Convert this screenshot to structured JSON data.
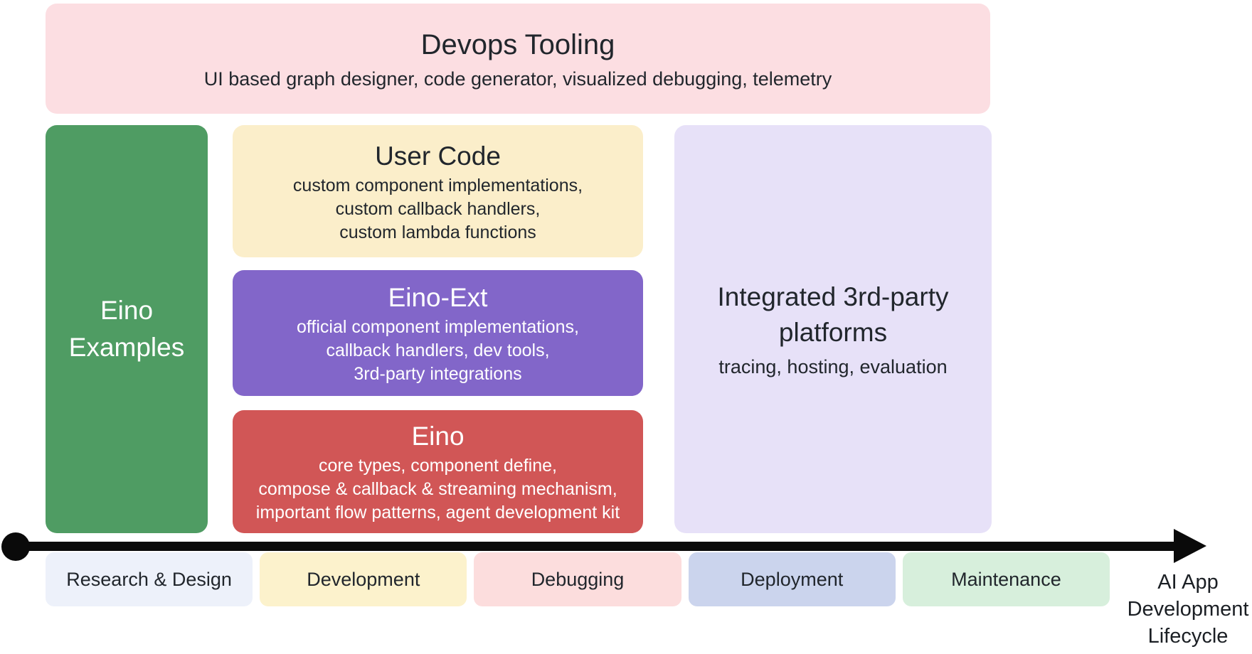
{
  "colors": {
    "background": "#ffffff",
    "devops_bg": "#fcdee2",
    "examples_bg": "#4f9c63",
    "user_code_bg": "#fbeeca",
    "eino_ext_bg": "#8266c9",
    "eino_bg": "#d15656",
    "platforms_bg": "#e7e1f8",
    "stage_research_bg": "#edf1fa",
    "stage_development_bg": "#fcf2cc",
    "stage_debugging_bg": "#fcdddd",
    "stage_deployment_bg": "#cbd4ed",
    "stage_maintenance_bg": "#d7efdc",
    "arrow": "#0a0a0a",
    "dark_text": "#21262c",
    "light_text": "#ffffff"
  },
  "diagram": {
    "devops": {
      "title": "Devops Tooling",
      "subtitle": "UI based graph designer, code generator, visualized debugging, telemetry"
    },
    "examples": {
      "title": "Eino Examples"
    },
    "stack": [
      {
        "title": "User Code",
        "lines": [
          "custom component implementations,",
          "custom callback handlers,",
          "custom lambda functions"
        ]
      },
      {
        "title": "Eino-Ext",
        "lines": [
          "official component implementations,",
          "callback handlers, dev tools,",
          "3rd-party integrations"
        ]
      },
      {
        "title": "Eino",
        "lines": [
          "core types, component define,",
          "compose & callback & streaming mechanism,",
          "important flow patterns, agent development kit"
        ]
      }
    ],
    "platforms": {
      "title": "Integrated 3rd-party platforms",
      "subtitle": "tracing, hosting, evaluation"
    },
    "timeline": {
      "stages": [
        {
          "label": "Research & Design"
        },
        {
          "label": "Development"
        },
        {
          "label": "Debugging"
        },
        {
          "label": "Deployment"
        },
        {
          "label": "Maintenance"
        }
      ],
      "caption_lines": [
        "AI App",
        "Development",
        "Lifecycle"
      ]
    }
  }
}
